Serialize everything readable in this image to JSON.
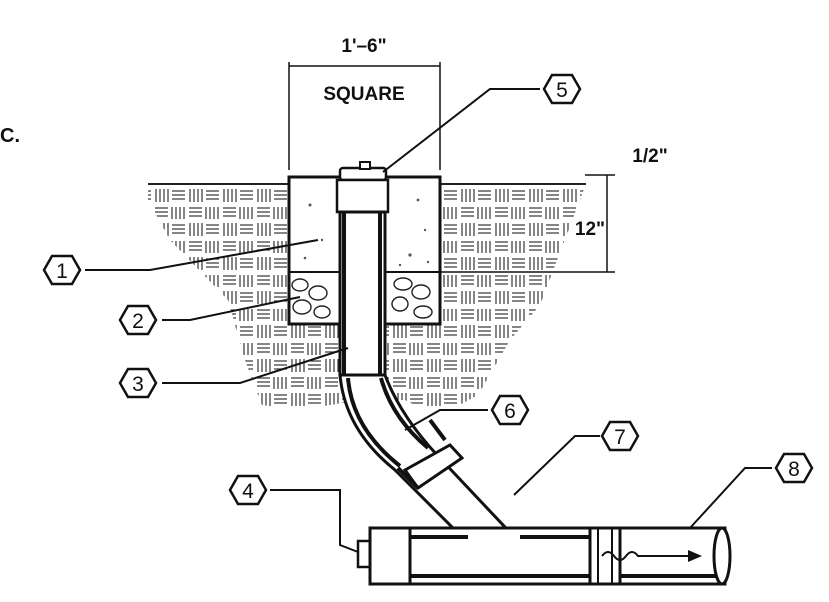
{
  "labels": {
    "width_dim": "1'–6\"",
    "square": "SQUARE",
    "top_dim": "1/2\"",
    "depth_dim": "12\"",
    "corner_text": "C."
  },
  "callouts": [
    "1",
    "2",
    "3",
    "4",
    "5",
    "6",
    "7",
    "8"
  ]
}
